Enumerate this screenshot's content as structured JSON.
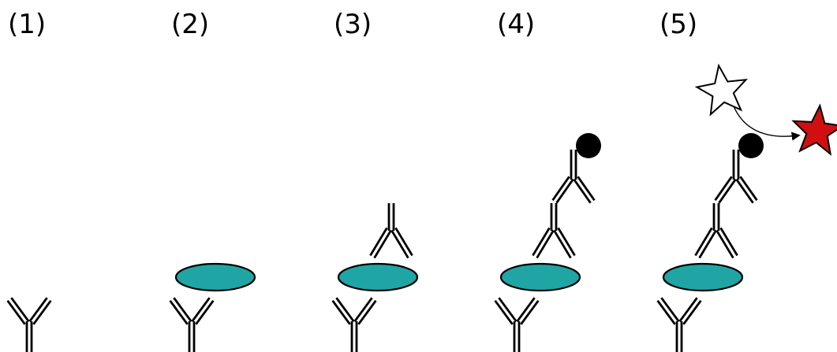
{
  "steps": [
    {
      "label": "(1)",
      "components": [
        "capture-antibody"
      ]
    },
    {
      "label": "(2)",
      "components": [
        "capture-antibody",
        "antigen"
      ]
    },
    {
      "label": "(3)",
      "components": [
        "capture-antibody",
        "antigen",
        "detection-antibody"
      ]
    },
    {
      "label": "(4)",
      "components": [
        "capture-antibody",
        "antigen",
        "detection-antibody",
        "secondary-antibody",
        "enzyme"
      ]
    },
    {
      "label": "(5)",
      "components": [
        "capture-antibody",
        "antigen",
        "detection-antibody",
        "secondary-antibody",
        "enzyme",
        "substrate",
        "product"
      ]
    }
  ],
  "colors": {
    "antigen": "#20a5a5",
    "product": "#d01010",
    "substrate": "#ffffff",
    "enzyme": "#000000",
    "line": "#000000"
  }
}
